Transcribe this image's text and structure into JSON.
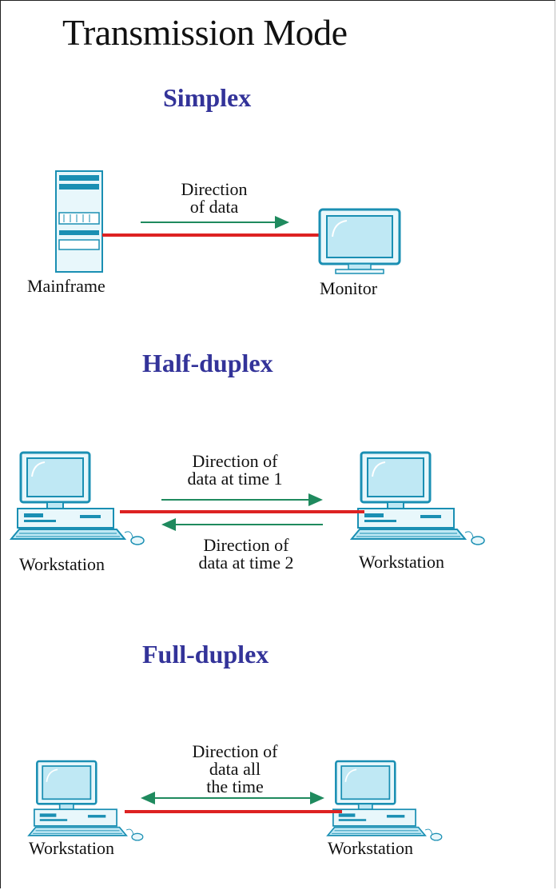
{
  "title": "Transmission Mode",
  "colors": {
    "heading": "#333399",
    "device_fill": "#bfe8f4",
    "device_stroke": "#1a8fb3",
    "link": "#dd2222",
    "arrow": "#1f8a5e"
  },
  "simplex": {
    "heading": "Simplex",
    "arrow_label": "Direction\nof data",
    "left_device": "Mainframe",
    "right_device": "Monitor"
  },
  "half_duplex": {
    "heading": "Half-duplex",
    "top_label": "Direction of\ndata at time 1",
    "bottom_label": "Direction of\ndata at time 2",
    "left_device": "Workstation",
    "right_device": "Workstation"
  },
  "full_duplex": {
    "heading": "Full-duplex",
    "arrow_label": "Direction of\ndata all\nthe time",
    "left_device": "Workstation",
    "right_device": "Workstation"
  }
}
